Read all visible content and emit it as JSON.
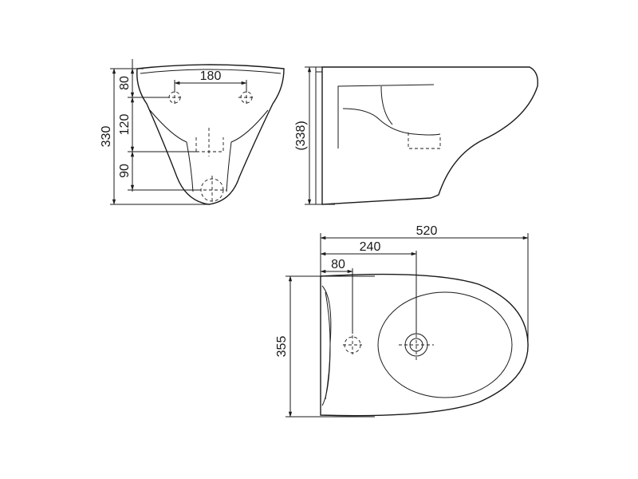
{
  "front_view": {
    "dim_hole_spacing": "180",
    "dim_top": "80",
    "dim_middle": "120",
    "dim_bottom": "90",
    "dim_total_height": "330"
  },
  "side_view": {
    "dim_height": "(338)"
  },
  "top_view": {
    "dim_length": "520",
    "dim_drain": "240",
    "dim_tap": "80",
    "dim_width": "355"
  }
}
